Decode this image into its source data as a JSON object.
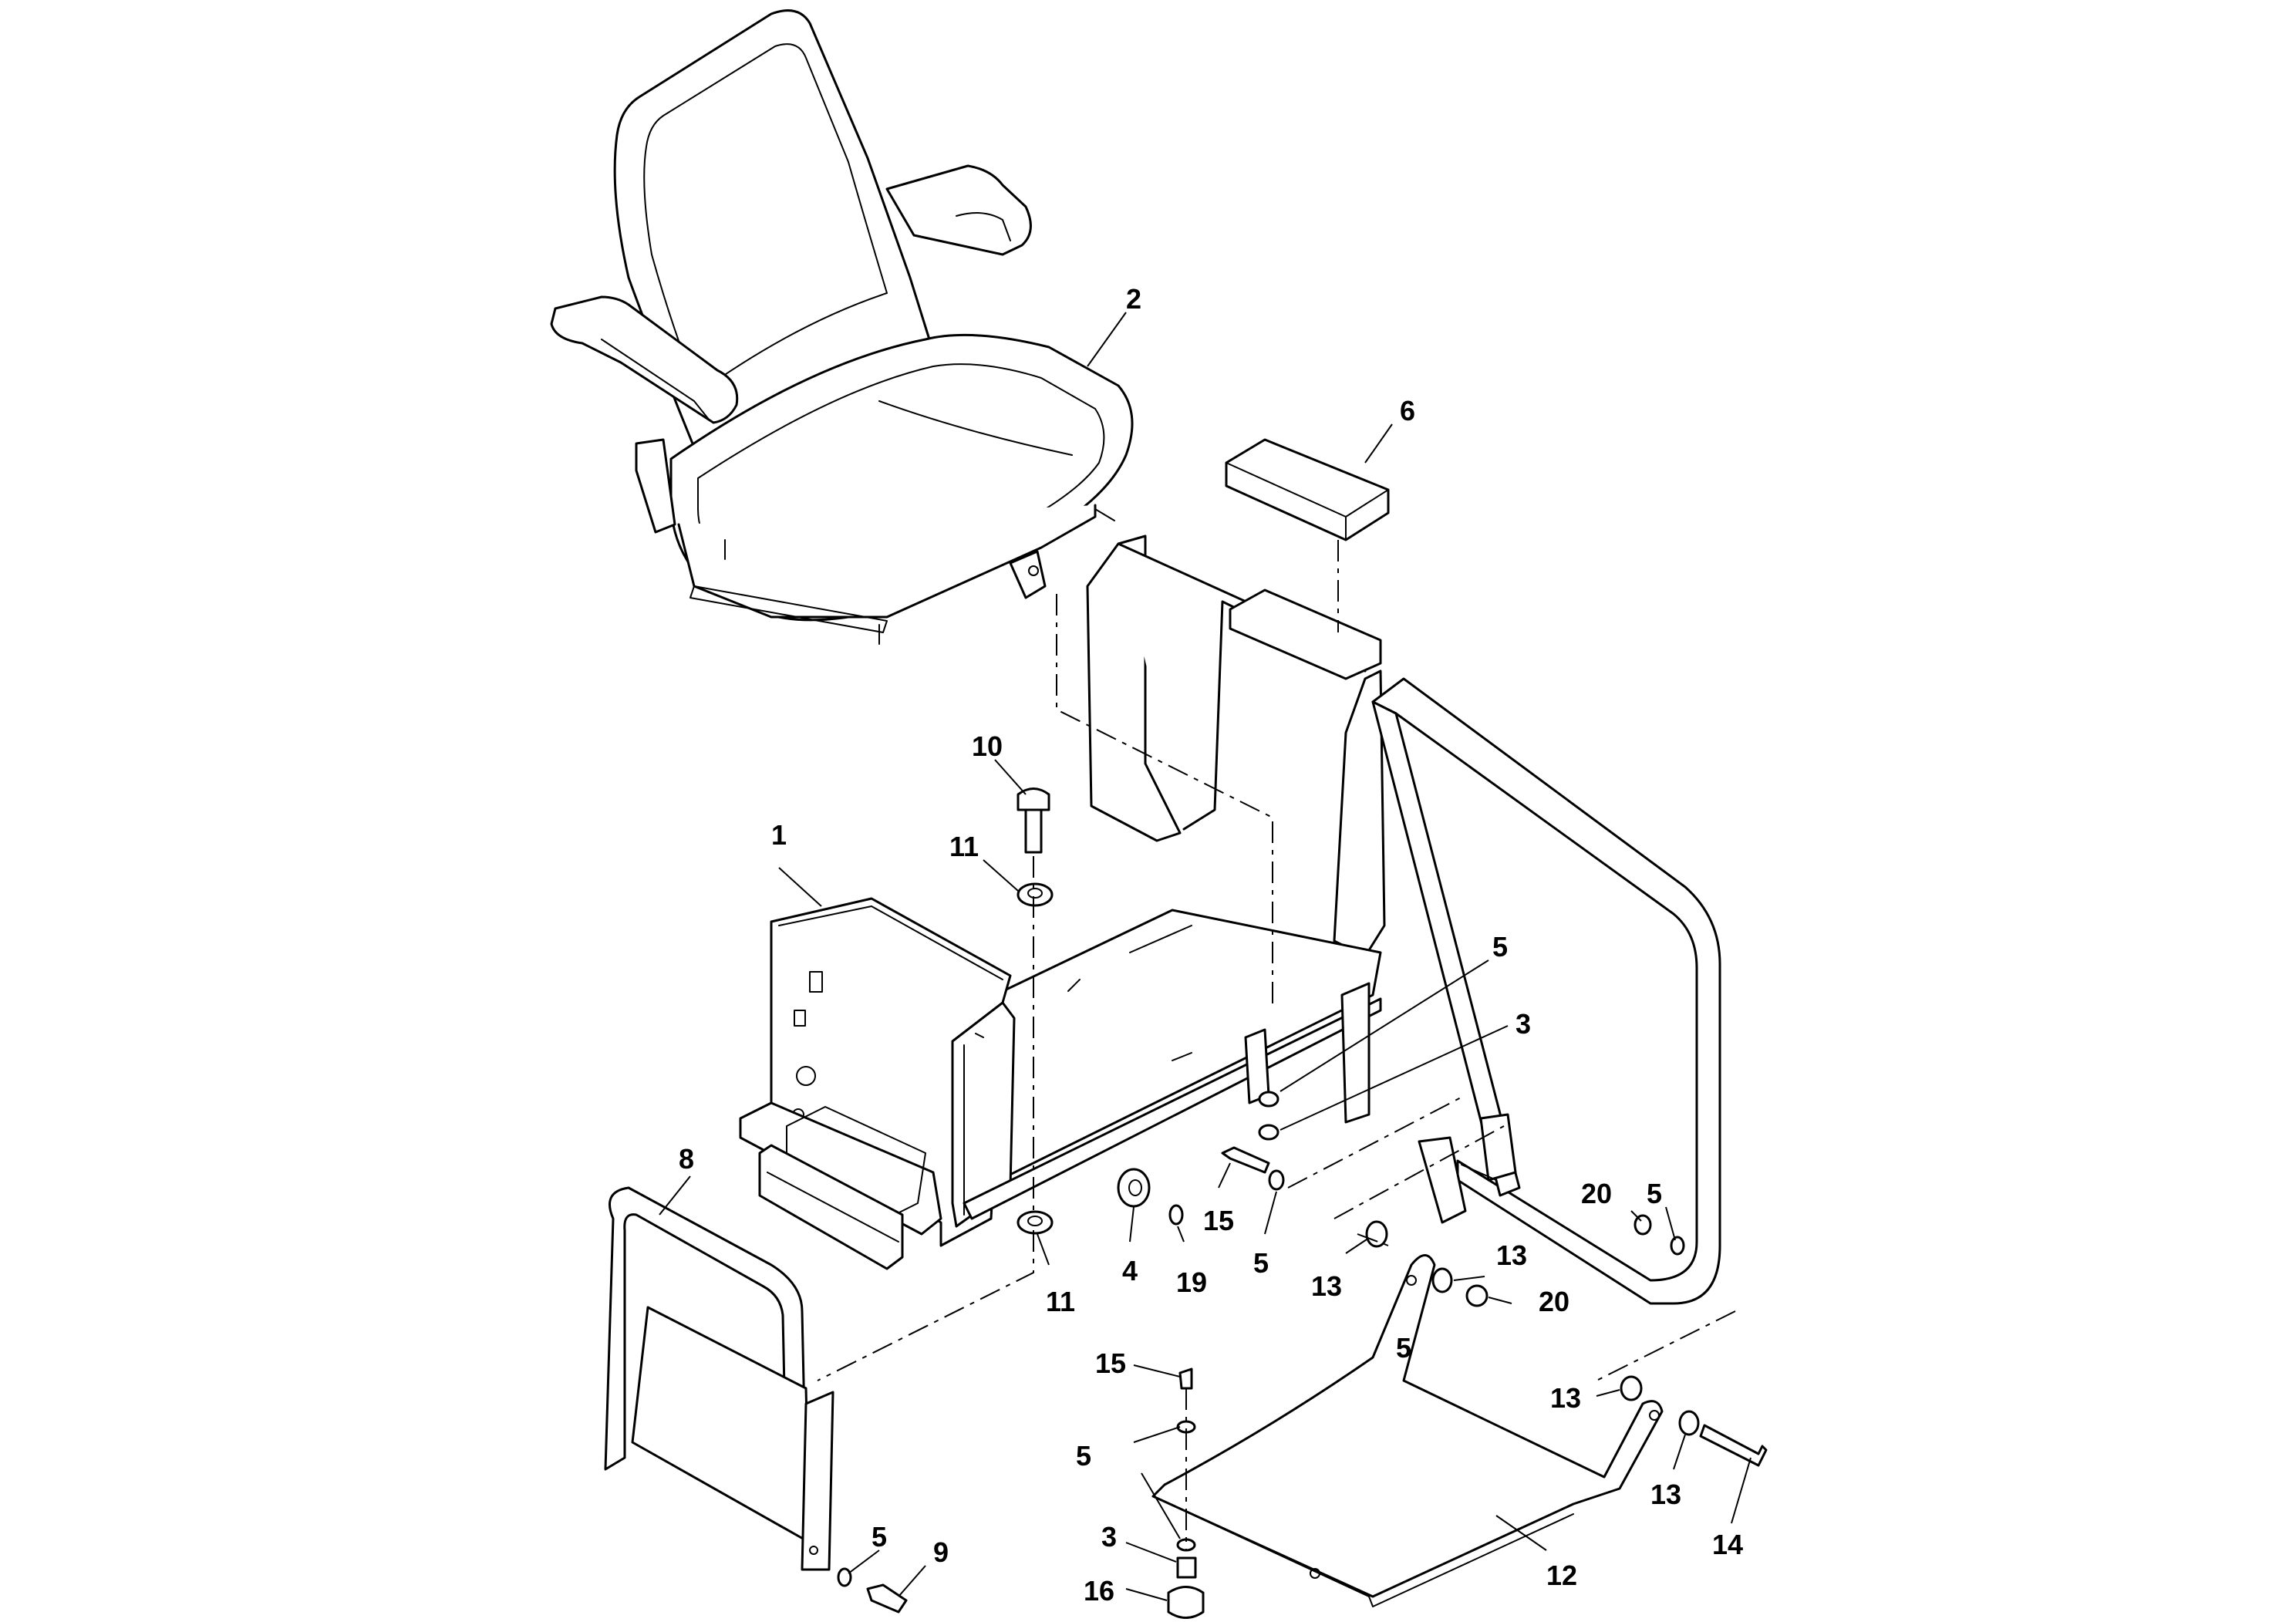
{
  "callouts": {
    "c1": "1",
    "c2": "2",
    "c3a": "3",
    "c3b": "3",
    "c4": "4",
    "c5a": "5",
    "c5b": "5",
    "c5c": "5",
    "c5d": "5",
    "c5e": "5",
    "c5f": "5",
    "c6": "6",
    "c8": "8",
    "c9": "9",
    "c10": "10",
    "c11a": "11",
    "c11b": "11",
    "c12": "12",
    "c13a": "13",
    "c13b": "13",
    "c13c": "13",
    "c13d": "13",
    "c14": "14",
    "c15a": "15",
    "c15b": "15",
    "c16": "16",
    "c19": "19",
    "c20a": "20",
    "c20b": "20"
  },
  "colors": {
    "line": "#000000",
    "background": "#ffffff"
  }
}
